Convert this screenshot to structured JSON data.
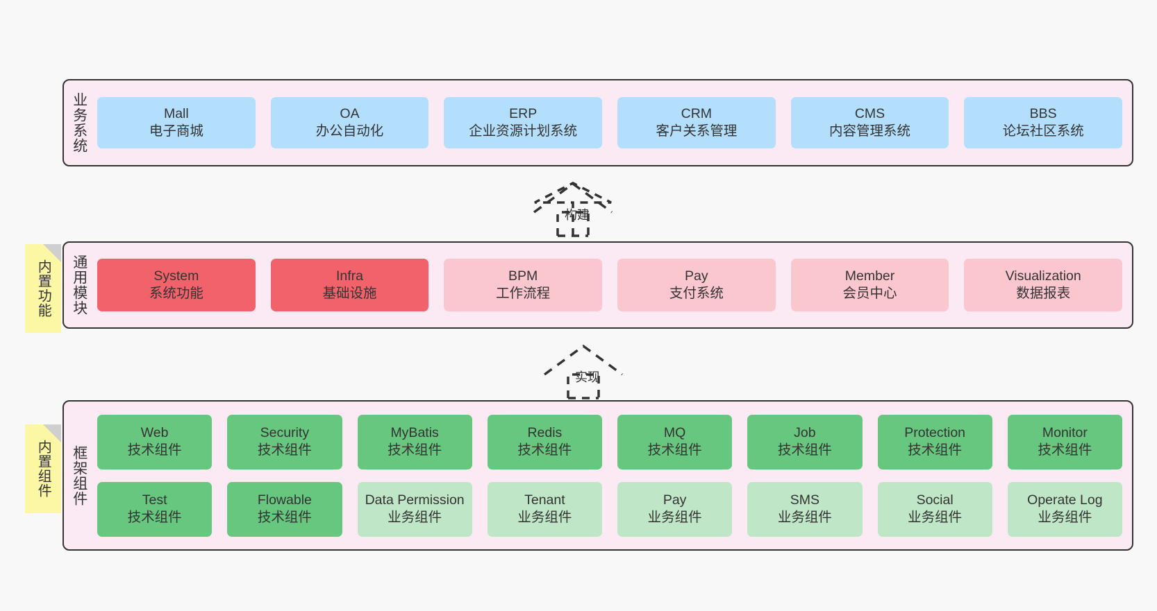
{
  "diagram": {
    "background": "#f8f8f8",
    "band_fill": "#fbeaf4",
    "note_fill": "#fbf7a5",
    "colors": {
      "blue": "#b3dffc",
      "red": "#f2626b",
      "pink": "#fbc7cf",
      "green": "#67c77e",
      "light_green": "#bfe6c6"
    }
  },
  "bands": [
    {
      "id": "business-system",
      "title": "业务系统",
      "rows": [
        {
          "cards": [
            {
              "en": "Mall",
              "cn": "电子商城",
              "color": "blue"
            },
            {
              "en": "OA",
              "cn": "办公自动化",
              "color": "blue"
            },
            {
              "en": "ERP",
              "cn": "企业资源计划系统",
              "color": "blue"
            },
            {
              "en": "CRM",
              "cn": "客户关系管理",
              "color": "blue"
            },
            {
              "en": "CMS",
              "cn": "内容管理系统",
              "color": "blue"
            },
            {
              "en": "BBS",
              "cn": "论坛社区系统",
              "color": "blue"
            }
          ]
        }
      ]
    },
    {
      "id": "common-module",
      "title": "通用模块",
      "note": "内置功能",
      "rows": [
        {
          "cards": [
            {
              "en": "System",
              "cn": "系统功能",
              "color": "red"
            },
            {
              "en": "Infra",
              "cn": "基础设施",
              "color": "red"
            },
            {
              "en": "BPM",
              "cn": "工作流程",
              "color": "pink"
            },
            {
              "en": "Pay",
              "cn": "支付系统",
              "color": "pink"
            },
            {
              "en": "Member",
              "cn": "会员中心",
              "color": "pink"
            },
            {
              "en": "Visualization",
              "cn": "数据报表",
              "color": "pink"
            }
          ]
        }
      ]
    },
    {
      "id": "framework-component",
      "title": "框架组件",
      "note": "内置组件",
      "rows": [
        {
          "cards": [
            {
              "en": "Web",
              "cn": "技术组件",
              "color": "green"
            },
            {
              "en": "Security",
              "cn": "技术组件",
              "color": "green"
            },
            {
              "en": "MyBatis",
              "cn": "技术组件",
              "color": "green"
            },
            {
              "en": "Redis",
              "cn": "技术组件",
              "color": "green"
            },
            {
              "en": "MQ",
              "cn": "技术组件",
              "color": "green"
            },
            {
              "en": "Job",
              "cn": "技术组件",
              "color": "green"
            },
            {
              "en": "Protection",
              "cn": "技术组件",
              "color": "green"
            },
            {
              "en": "Monitor",
              "cn": "技术组件",
              "color": "green"
            }
          ]
        },
        {
          "cards": [
            {
              "en": "Test",
              "cn": "技术组件",
              "color": "green"
            },
            {
              "en": "Flowable",
              "cn": "技术组件",
              "color": "green"
            },
            {
              "en": "Data Permission",
              "cn": "业务组件",
              "color": "light_green",
              "wrap": true
            },
            {
              "en": "Tenant",
              "cn": "业务组件",
              "color": "light_green"
            },
            {
              "en": "Pay",
              "cn": "业务组件",
              "color": "light_green"
            },
            {
              "en": "SMS",
              "cn": "业务组件",
              "color": "light_green"
            },
            {
              "en": "Social",
              "cn": "业务组件",
              "color": "light_green"
            },
            {
              "en": "Operate Log",
              "cn": "业务组件",
              "color": "light_green"
            }
          ]
        }
      ]
    }
  ],
  "arrows": [
    {
      "id": "build-arrow",
      "label": "构建"
    },
    {
      "id": "implement-arrow",
      "label": "实现"
    }
  ]
}
